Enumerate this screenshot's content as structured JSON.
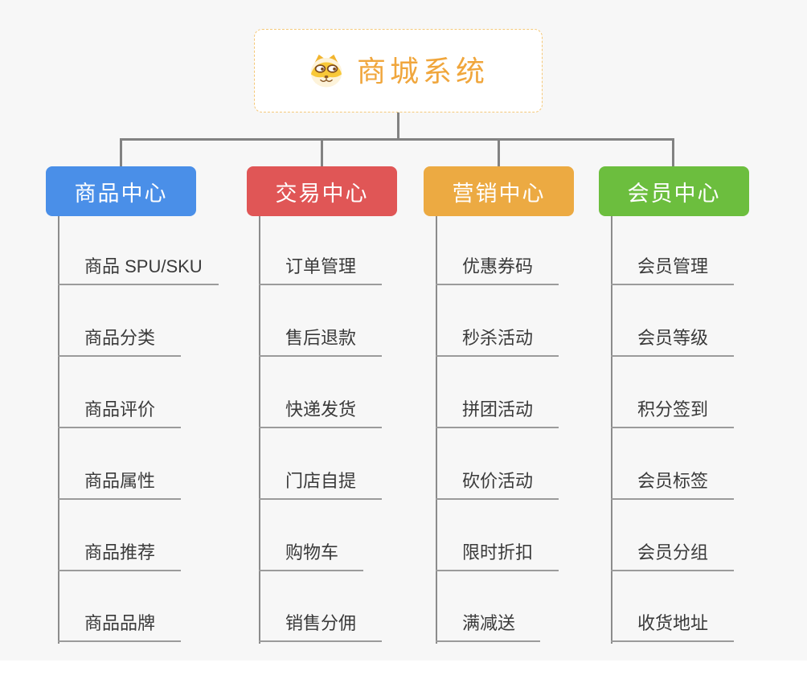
{
  "root": {
    "title": "商城系统",
    "icon": "dog-icon"
  },
  "columns": [
    {
      "label": "商品中心",
      "color": "#4a8fe8",
      "items": [
        "商品 SPU/SKU",
        "商品分类",
        "商品评价",
        "商品属性",
        "商品推荐",
        "商品品牌"
      ]
    },
    {
      "label": "交易中心",
      "color": "#e05656",
      "items": [
        "订单管理",
        "售后退款",
        "快递发货",
        "门店自提",
        "购物车",
        "销售分佣"
      ]
    },
    {
      "label": "营销中心",
      "color": "#ecaa42",
      "items": [
        "优惠券码",
        "秒杀活动",
        "拼团活动",
        "砍价活动",
        "限时折扣",
        "满减送"
      ]
    },
    {
      "label": "会员中心",
      "color": "#6cbe3e",
      "items": [
        "会员管理",
        "会员等级",
        "积分签到",
        "会员标签",
        "会员分组",
        "收货地址"
      ]
    }
  ],
  "colors": {
    "background": "#f7f7f7",
    "root_title": "#f0a63c",
    "root_border": "#f5c879",
    "connector_line": "#828282",
    "leaf_underline": "#9b9b9b",
    "leaf_text": "#3a3a3a"
  }
}
